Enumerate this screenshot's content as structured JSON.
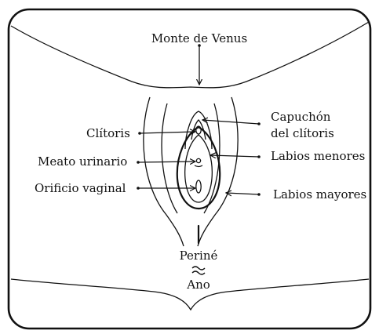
{
  "labels": {
    "monte": "Monte de Venus",
    "clitoris": "Clítoris",
    "meato": "Meato urinario",
    "orificio": "Orificio vaginal",
    "capuchon_1": "Capuchón",
    "capuchon_2": "del clítoris",
    "labios_menores": "Labios menores",
    "labios_mayores": "Labios mayores",
    "perine": "Periné",
    "ano": "Ano"
  },
  "colors": {
    "ink": "#111111",
    "background": "#ffffff"
  }
}
